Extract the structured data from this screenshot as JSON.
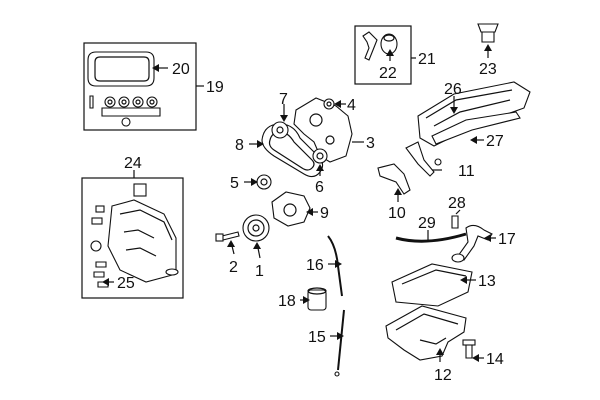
{
  "diagram": {
    "callouts": [
      {
        "id": "c1",
        "label": "1"
      },
      {
        "id": "c2",
        "label": "2"
      },
      {
        "id": "c3",
        "label": "3"
      },
      {
        "id": "c4",
        "label": "4"
      },
      {
        "id": "c5",
        "label": "5"
      },
      {
        "id": "c6",
        "label": "6"
      },
      {
        "id": "c7",
        "label": "7"
      },
      {
        "id": "c8",
        "label": "8"
      },
      {
        "id": "c9",
        "label": "9"
      },
      {
        "id": "c10",
        "label": "10"
      },
      {
        "id": "c11",
        "label": "11"
      },
      {
        "id": "c12",
        "label": "12"
      },
      {
        "id": "c13",
        "label": "13"
      },
      {
        "id": "c14",
        "label": "14"
      },
      {
        "id": "c15",
        "label": "15"
      },
      {
        "id": "c16",
        "label": "16"
      },
      {
        "id": "c17",
        "label": "17"
      },
      {
        "id": "c18",
        "label": "18"
      },
      {
        "id": "c19",
        "label": "19"
      },
      {
        "id": "c20",
        "label": "20"
      },
      {
        "id": "c21",
        "label": "21"
      },
      {
        "id": "c22",
        "label": "22"
      },
      {
        "id": "c23",
        "label": "23"
      },
      {
        "id": "c24",
        "label": "24"
      },
      {
        "id": "c25",
        "label": "25"
      },
      {
        "id": "c26",
        "label": "26"
      },
      {
        "id": "c27",
        "label": "27"
      },
      {
        "id": "c28",
        "label": "28"
      },
      {
        "id": "c29",
        "label": "29"
      }
    ]
  }
}
